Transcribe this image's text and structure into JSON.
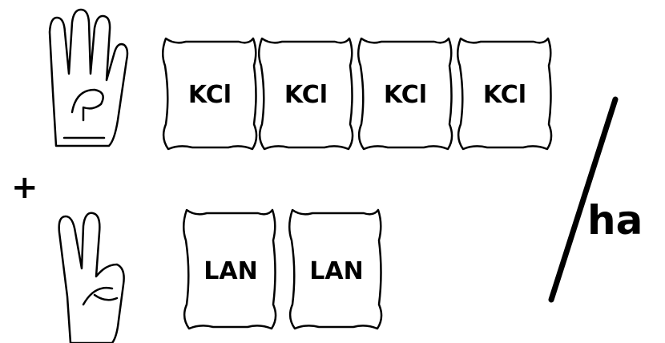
{
  "groups": [
    {
      "count_shown_by_hand": 4,
      "sack_label": "KCl",
      "sacks": [
        "KCl",
        "KCl",
        "KCl",
        "KCl"
      ]
    },
    {
      "count_shown_by_hand": 2,
      "sack_label": "LAN",
      "sacks": [
        "LAN",
        "LAN"
      ]
    }
  ],
  "plus_symbol": "+",
  "per_unit": {
    "slash": "/",
    "unit": "ha"
  }
}
